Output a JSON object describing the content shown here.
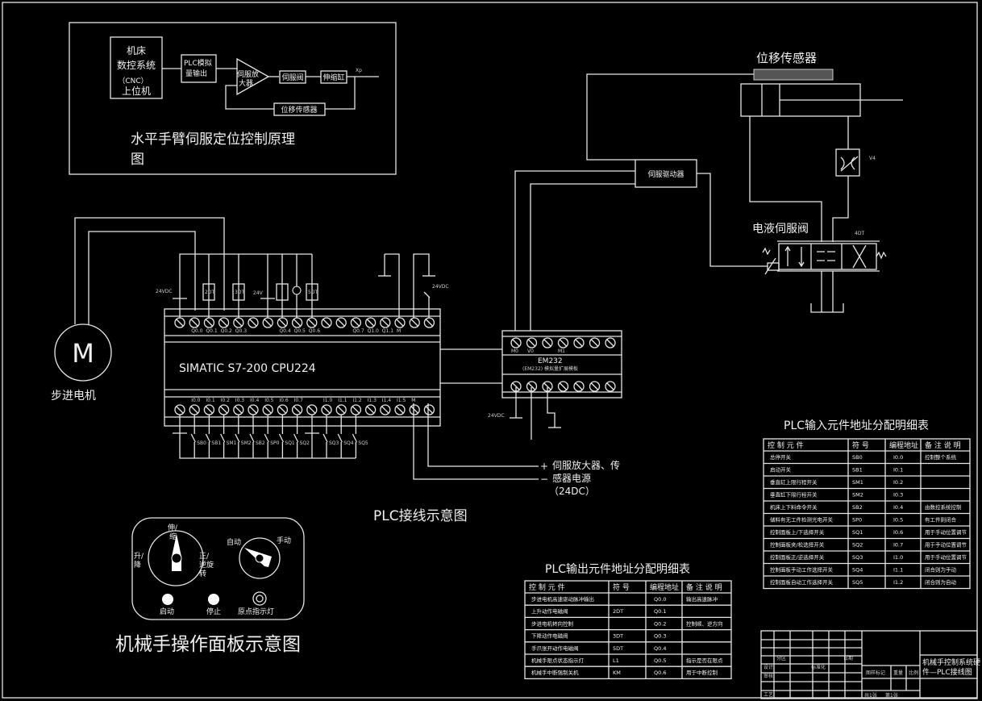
{
  "colors": {
    "background": "#000000",
    "line": "#e6e6e6"
  },
  "principle": {
    "cnc_lines": [
      "机床",
      "数控系统",
      "（CNC）",
      "上位机"
    ],
    "plc_analog": [
      "PLC模拟",
      "量输出"
    ],
    "amplifier": [
      "伺服放",
      "大器"
    ],
    "servo_valve": "伺服阀",
    "cylinder": "伸缩缸",
    "output_label": "Xp",
    "sensor": "位移传感器",
    "title_line1": "水平手臂伺服定位控制原理",
    "title_line2": "图"
  },
  "motor": {
    "symbol": "M",
    "label": "步进电机"
  },
  "plc": {
    "model": "SIMATIC S7-200 CPU224",
    "top_terminal_labels": [
      "",
      "Q0.0",
      "Q0.1",
      "Q0.2",
      "Q0.3",
      "",
      "",
      "Q0.4",
      "Q0.5",
      "Q0.6",
      "",
      "",
      "Q0.7",
      "Q1.0",
      "Q1.1",
      "M",
      "",
      ""
    ],
    "bottom_terminal_labels": [
      "",
      "I0.0",
      "I0.1",
      "I0.2",
      "I0.3",
      "I0.4",
      "I0.5",
      "I0.6",
      "I0.7",
      "",
      "I1.0",
      "I1.1",
      "I1.2",
      "I1.3",
      "I1.4",
      "I1.5",
      "M",
      ""
    ],
    "coil_labels": [
      "2DT",
      "3DT",
      "",
      "5DT"
    ],
    "switch_labels": [
      "SB0",
      "SB1",
      "SM1",
      "SM2",
      "SB2",
      "SP0",
      "SQ1",
      "SQ2",
      "SQ3",
      "SQ4",
      "SQ5"
    ],
    "voltage_left": "24VDC",
    "voltage_right": "24VDC",
    "voltage_small": "24V",
    "caption": "PLC接线示意图"
  },
  "em232": {
    "model": "EM232",
    "subtitle": "(EM232) 模拟量扩展模板",
    "labels": [
      "M0",
      "V0",
      "M1"
    ],
    "voltage": "24VDC"
  },
  "power_note": {
    "plus": "+",
    "minus": "−",
    "line1": "伺服放大器、传",
    "line2": "感器电源",
    "line3": "（24DC）"
  },
  "hydraulics": {
    "sensor_title": "位移传感器",
    "servo_driver": "伺服驱动器",
    "valve_title": "电液伺服阀",
    "throttle_label": "V4",
    "solenoid_label": "4DT"
  },
  "panel": {
    "title": "机械手操作面板示意图",
    "knob1_top": [
      "伸/",
      "缩"
    ],
    "knob1_left": [
      "升/",
      "降"
    ],
    "knob1_right": [
      "正/",
      "逆旋",
      "转"
    ],
    "knob2_left": "自动",
    "knob2_right": "手动",
    "start": "启动",
    "stop": "停止",
    "home_lamp": "原点指示灯"
  },
  "output_table": {
    "title": "PLC输出元件地址分配明细表",
    "headers": [
      "控 制 元 件",
      "符 号",
      "编程地址",
      "备 注 说 明"
    ],
    "rows": [
      [
        "步进电机高速驱动脉冲输出",
        "",
        "Q0.0",
        "输出高速脉冲"
      ],
      [
        "上升动作电磁阀",
        "2DT",
        "Q0.1",
        ""
      ],
      [
        "步进电机转向控制",
        "",
        "Q0.2",
        "控制顺、逆方向"
      ],
      [
        "下降动作电磁阀",
        "3DT",
        "Q0.3",
        ""
      ],
      [
        "手爪张开动作电磁阀",
        "5DT",
        "Q0.4",
        ""
      ],
      [
        "机械手限点状态指示灯",
        "L1",
        "Q0.5",
        "指示是否在限点"
      ],
      [
        "机械手中断强制关机",
        "KM",
        "Q0.6",
        "用于中断控制"
      ]
    ]
  },
  "input_table": {
    "title": "PLC输入元件地址分配明细表",
    "headers": [
      "控 制 元 件",
      "符 号",
      "编程地址",
      "备 注 说 明"
    ],
    "rows": [
      [
        "总停开关",
        "SB0",
        "I0.0",
        "控制整个系统"
      ],
      [
        "启动开关",
        "SB1",
        "I0.1",
        ""
      ],
      [
        "垂直缸上限行程开关",
        "SM1",
        "I0.2",
        ""
      ],
      [
        "垂直缸下限行程开关",
        "SM2",
        "I0.3",
        ""
      ],
      [
        "机床上下料命令开关",
        "SB2",
        "I0.4",
        "由数控系统控制"
      ],
      [
        "储料有无工件检测光电开关",
        "SP0",
        "I0.5",
        "有工件则闭合"
      ],
      [
        "控制面板上/下选择开关",
        "SQ1",
        "I0.6",
        "用于手动位置调节"
      ],
      [
        "控制面板夹/松选择开关",
        "SQ2",
        "I0.7",
        "用于手动位置调节"
      ],
      [
        "控制面板正/逆选择开关",
        "SQ3",
        "I1.0",
        "用于手动位置调节"
      ],
      [
        "控制面板手动工作选择开关",
        "SQ4",
        "I1.1",
        "闭合则为手动"
      ],
      [
        "控制面板自动工作选择开关",
        "SQ5",
        "I1.2",
        "闭合则为自动"
      ]
    ]
  },
  "title_block": {
    "drawing_title": [
      "机械手控制系统硬",
      "件—PLC接线图"
    ],
    "labels": [
      "分区",
      "日期",
      "设计",
      "标准化",
      "审核",
      "工艺",
      "图样标记",
      "重量",
      "比例"
    ],
    "sheets": "共1张",
    "sheet_no": "第1张"
  }
}
